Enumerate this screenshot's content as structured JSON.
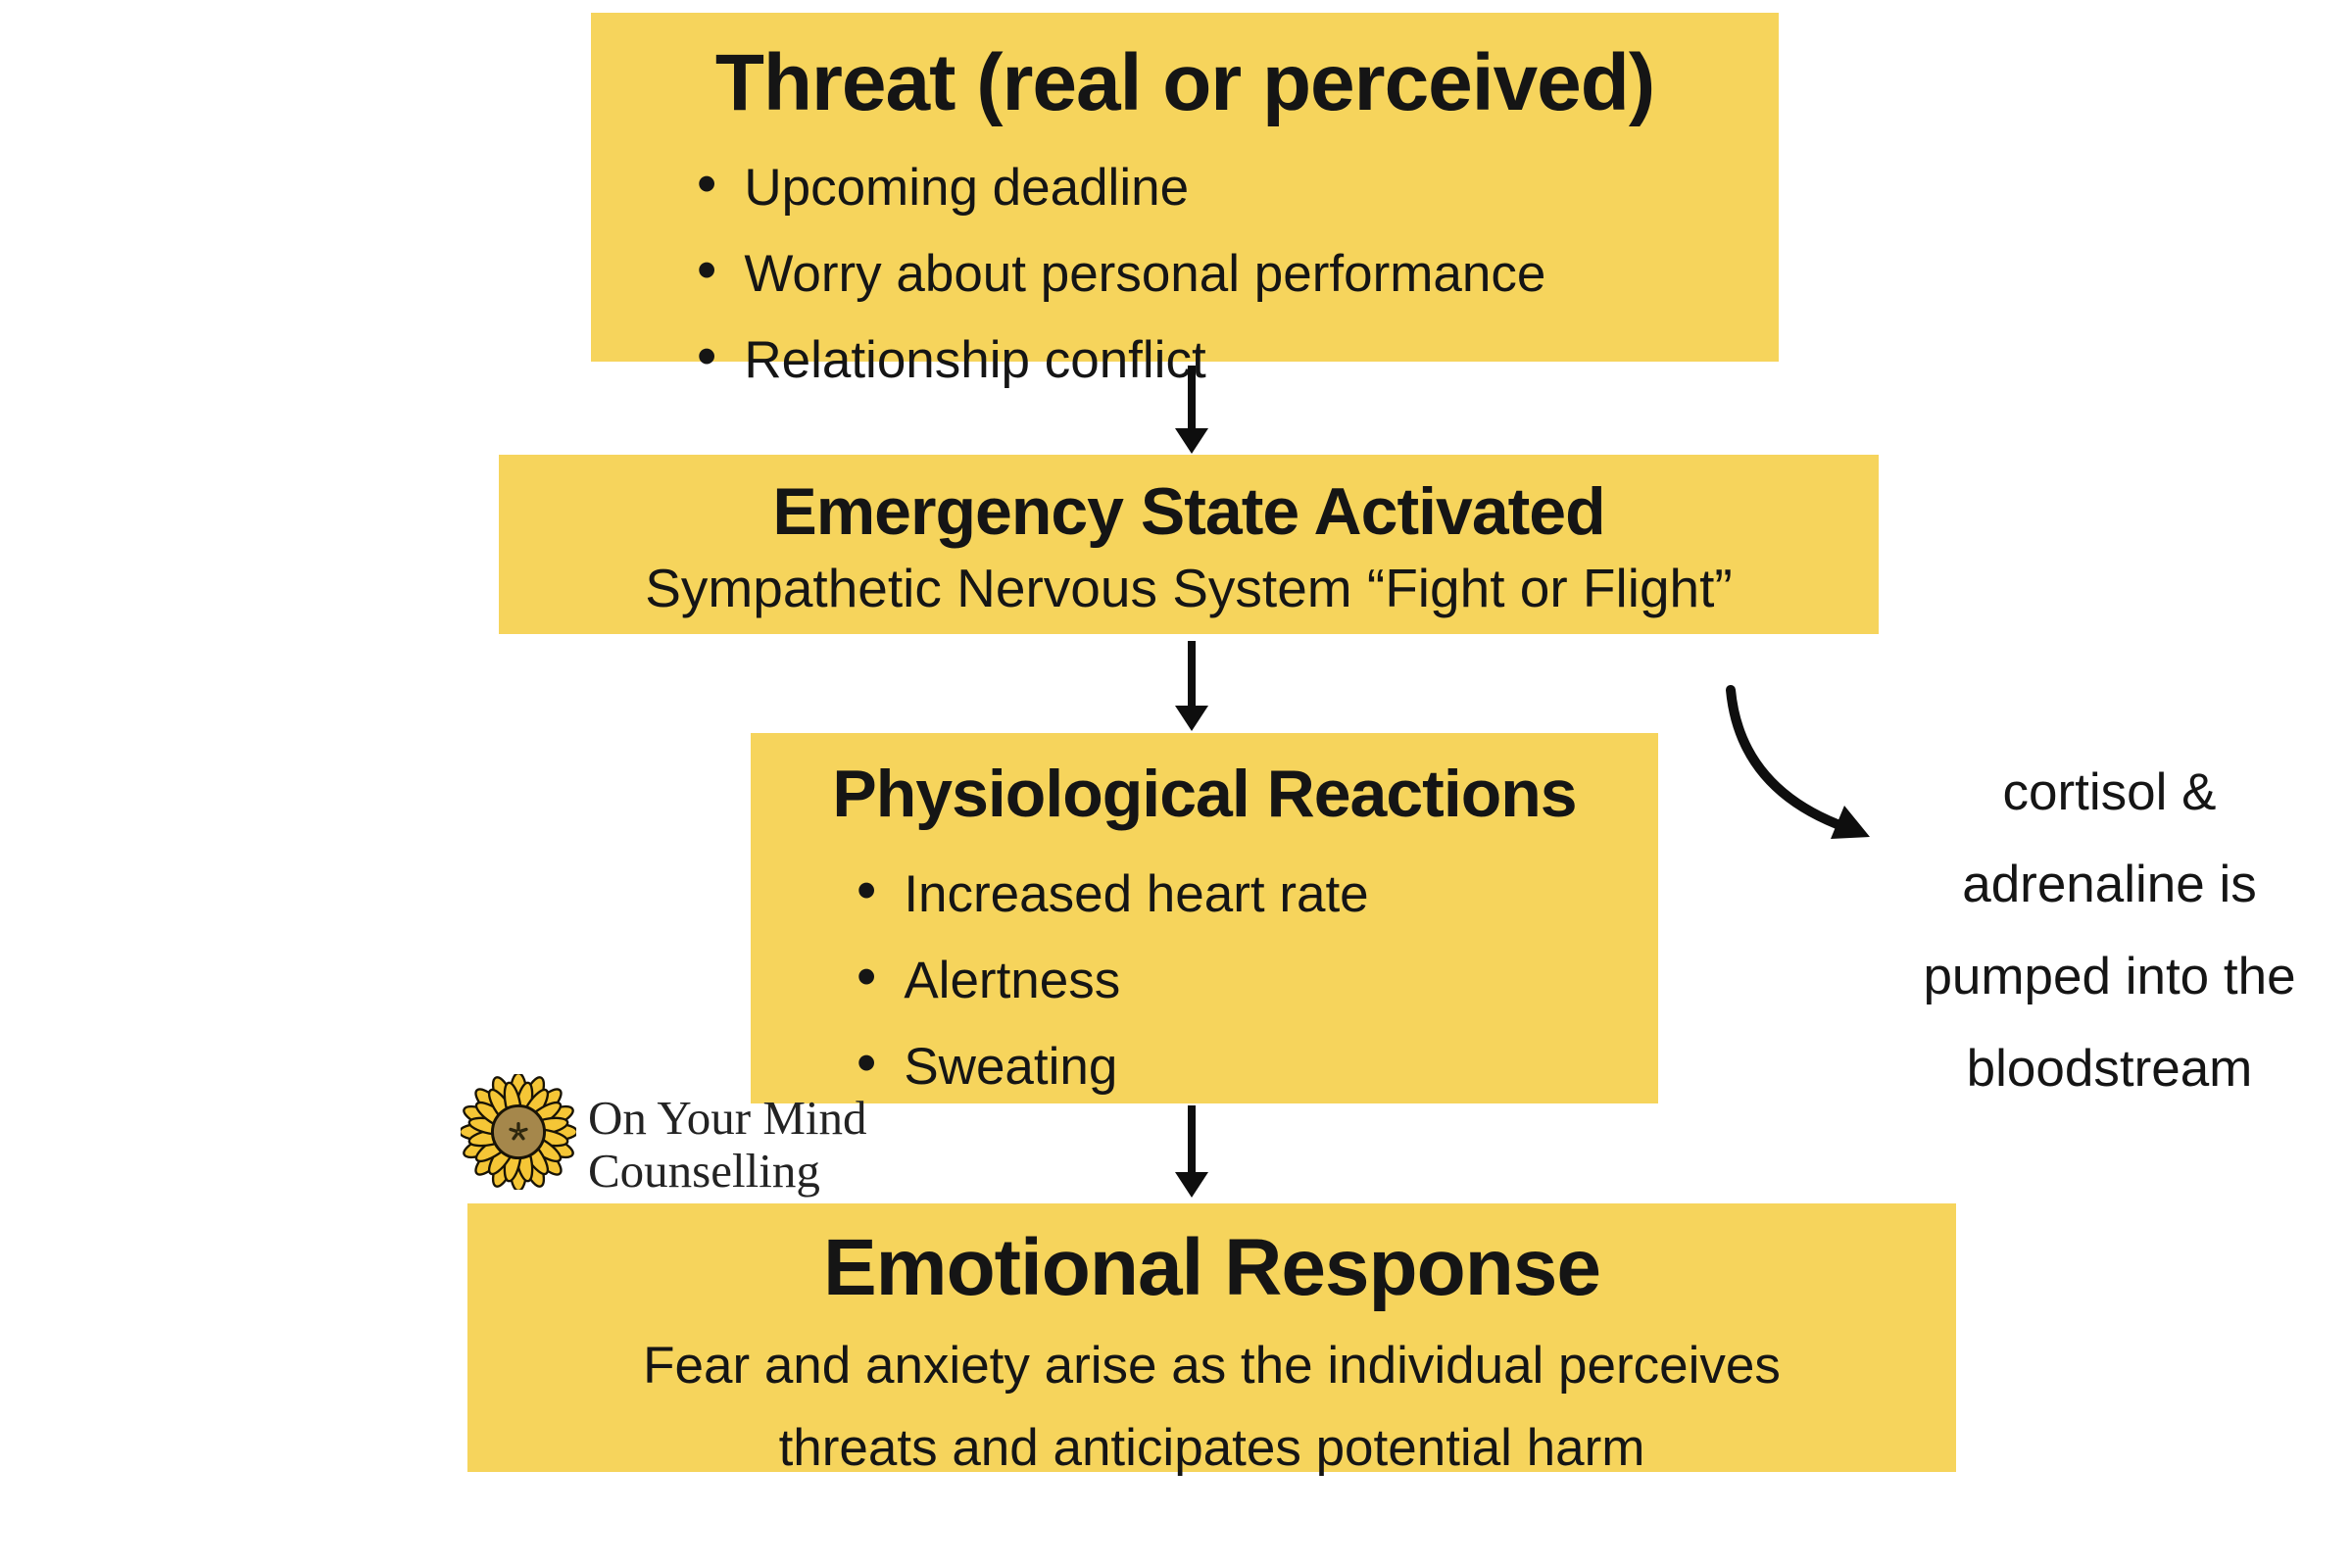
{
  "colors": {
    "box_yellow": "#F6D45C",
    "text_dark": "#151515",
    "arrow_black": "#0e0e0e",
    "petal_yellow": "#F5C636",
    "flower_center": "#A5874B"
  },
  "flow": {
    "boxes": [
      {
        "id": "threat",
        "title": "Threat (real or perceived)",
        "bullets": [
          "Upcoming deadline",
          "Worry about personal performance",
          "Relationship conflict"
        ]
      },
      {
        "id": "emergency",
        "title": "Emergency State Activated",
        "subtitle": "Sympathetic Nervous System “Fight or Flight”"
      },
      {
        "id": "physiological",
        "title": "Physiological Reactions",
        "bullets": [
          "Increased heart rate",
          "Alertness",
          "Sweating"
        ]
      },
      {
        "id": "emotional",
        "title": "Emotional Response",
        "body_lines": [
          "Fear and anxiety arise as the individual perceives",
          "threats and anticipates potential harm"
        ]
      }
    ],
    "side_note": {
      "lines": [
        "cortisol &",
        "adrenaline is",
        "pumped into the",
        "bloodstream"
      ]
    }
  },
  "logo": {
    "icon": "sunflower-icon",
    "line1": "On Your Mind",
    "line2": "Counselling"
  }
}
